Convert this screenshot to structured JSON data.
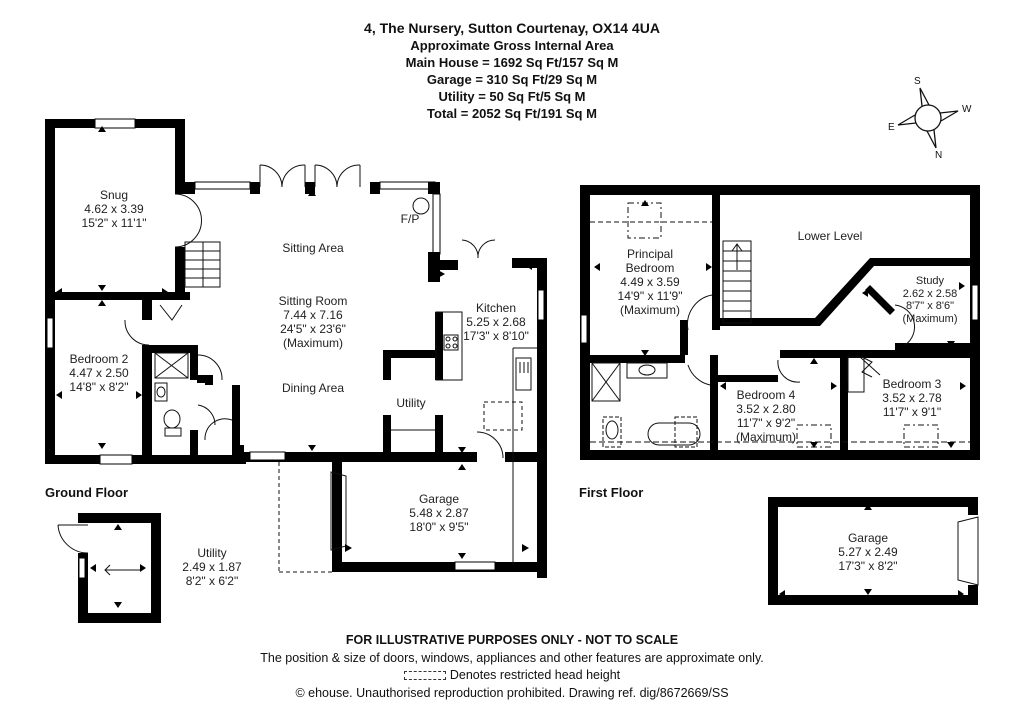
{
  "header": {
    "address": "4, The Nursery, Sutton Courtenay, OX14 4UA",
    "subtitle": "Approximate Gross Internal Area",
    "areas": [
      "Main House = 1692 Sq Ft/157 Sq M",
      "Garage = 310 Sq Ft/29 Sq M",
      "Utility = 50 Sq Ft/5 Sq M",
      "Total = 2052 Sq Ft/191 Sq M"
    ]
  },
  "compass": {
    "icon": "compass-icon",
    "n": "N",
    "s": "S",
    "e": "E",
    "w": "W"
  },
  "ground_floor": {
    "title": "Ground Floor",
    "rooms": {
      "snug": {
        "name": "Snug",
        "metric": "4.62 x 3.39",
        "imperial": "15'2\" x 11'1\""
      },
      "bedroom2": {
        "name": "Bedroom 2",
        "metric": "4.47 x 2.50",
        "imperial": "14'8\" x 8'2\""
      },
      "sitting_area": {
        "name": "Sitting Area"
      },
      "sitting_room": {
        "name": "Sitting Room",
        "metric": "7.44 x 7.16",
        "imperial": "24'5\" x 23'6\"",
        "note": "(Maximum)"
      },
      "dining_area": {
        "name": "Dining Area"
      },
      "fireplace": {
        "name": "F/P"
      },
      "kitchen": {
        "name": "Kitchen",
        "metric": "5.25 x 2.68",
        "imperial": "17'3\" x 8'10\""
      },
      "utility_inner": {
        "name": "Utility"
      },
      "garage": {
        "name": "Garage",
        "metric": "5.48 x 2.87",
        "imperial": "18'0\" x 9'5\""
      },
      "utility": {
        "name": "Utility",
        "metric": "2.49 x 1.87",
        "imperial": "8'2\" x 6'2\""
      }
    }
  },
  "first_floor": {
    "title": "First Floor",
    "rooms": {
      "principal": {
        "name1": "Principal",
        "name2": "Bedroom",
        "metric": "4.49 x 3.59",
        "imperial": "14'9\" x 11'9\"",
        "note": "(Maximum)"
      },
      "lower_level": {
        "name": "Lower Level"
      },
      "study": {
        "name": "Study",
        "metric": "2.62 x 2.58",
        "imperial": "8'7\" x 8'6\"",
        "note": "(Maximum)"
      },
      "bedroom4": {
        "name": "Bedroom 4",
        "metric": "3.52 x 2.80",
        "imperial": "11'7\" x 9'2\"",
        "note": "(Maximum)"
      },
      "bedroom3": {
        "name": "Bedroom 3",
        "metric": "3.52 x 2.78",
        "imperial": "11'7\" x 9'1\""
      },
      "garage": {
        "name": "Garage",
        "metric": "5.27 x 2.49",
        "imperial": "17'3\" x 8'2\""
      }
    }
  },
  "footer": {
    "disclaimer": "FOR ILLUSTRATIVE PURPOSES ONLY - NOT TO SCALE",
    "note": "The position & size of doors, windows, appliances and other features are approximate only.",
    "legend": "Denotes restricted head height",
    "copyright": "© ehouse. Unauthorised reproduction prohibited. Drawing ref. dig/8672669/SS"
  }
}
